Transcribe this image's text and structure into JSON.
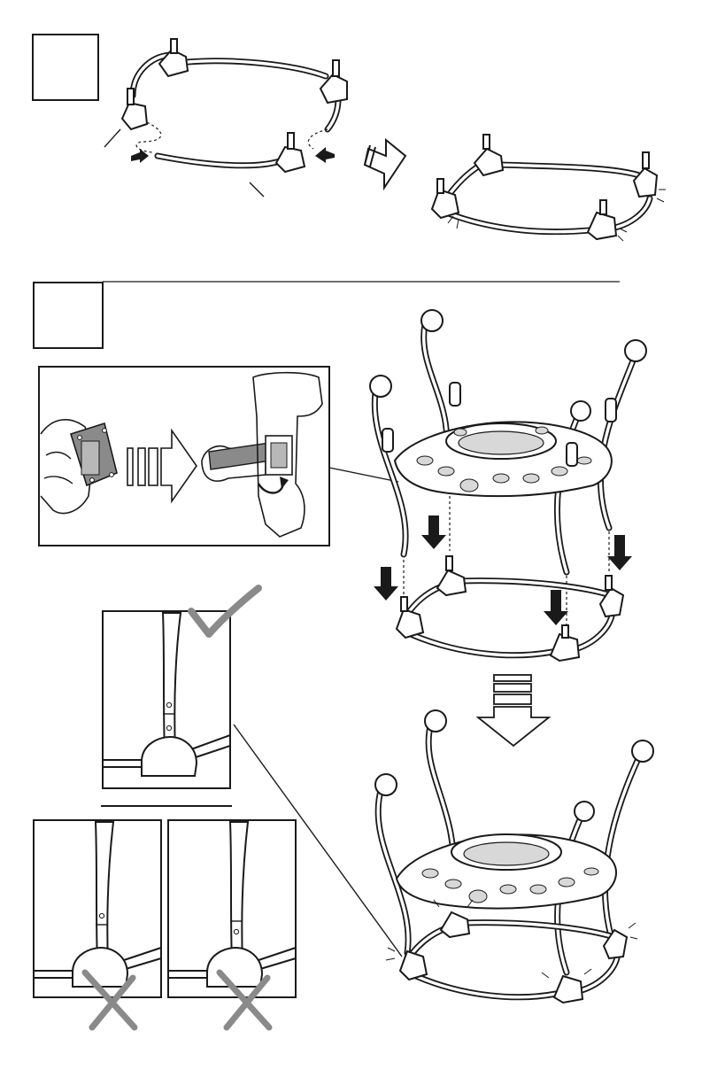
{
  "document": {
    "type": "assembly-instructions",
    "steps": [
      {
        "id": "step-1",
        "number": "",
        "caption": ""
      },
      {
        "id": "step-2",
        "number": "",
        "caption": ""
      }
    ],
    "marks": {
      "correct": "check",
      "incorrect": "cross"
    },
    "icons": [
      "black-push-arrow",
      "outline-progress-arrow",
      "dashed-alignment-line",
      "click-sparkle",
      "tool-insert-arrow"
    ],
    "colors": {
      "line": "#1a1a1a",
      "paper": "#ffffff",
      "mark_gray": "#8a8a8a"
    }
  }
}
